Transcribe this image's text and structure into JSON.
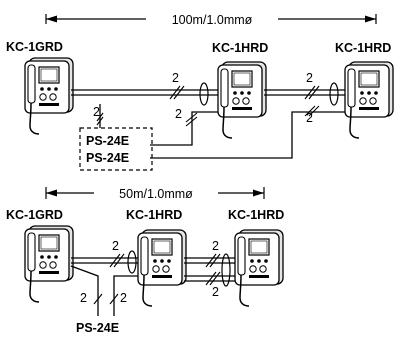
{
  "top": {
    "distance": "100m/1.0mmø",
    "unit1": "KC-1GRD",
    "unit2": "KC-1HRD",
    "unit3": "KC-1HRD",
    "psu_a": "PS-24E",
    "psu_b": "PS-24E",
    "wire_a": "2",
    "wire_b": "2",
    "wire_c": "2",
    "wire_d": "2",
    "wire_e": "2"
  },
  "bottom": {
    "distance": "50m/1.0mmø",
    "unit1": "KC-1GRD",
    "unit2": "KC-1HRD",
    "unit3": "KC-1HRD",
    "psu": "PS-24E",
    "wire_a": "2",
    "wire_b": "2",
    "wire_c": "2",
    "wire_d": "2",
    "wire_e": "2"
  }
}
